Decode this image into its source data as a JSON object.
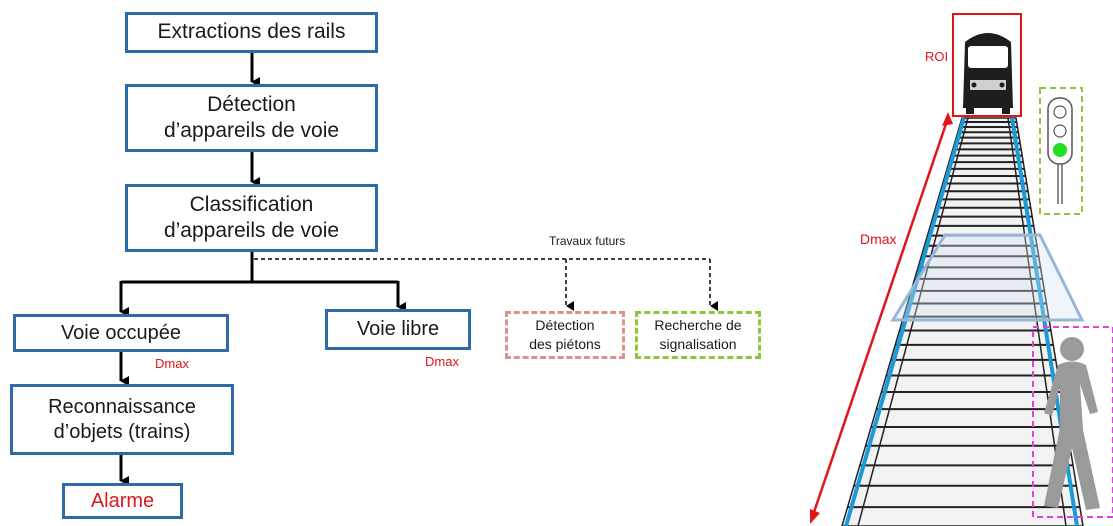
{
  "flowchart": {
    "step_extraction": "Extractions des rails",
    "step_detection_1": "Détection",
    "step_detection_2": "d’appareils de voie",
    "step_classification_1": "Classification",
    "step_classification_2": "d’appareils de voie",
    "voie_occupee": "Voie occupée",
    "voie_libre": "Voie libre",
    "dmax_occupee": "Dmax",
    "dmax_libre": "Dmax",
    "reconnaissance_1": "Reconnaissance",
    "reconnaissance_2": "d’objets (trains)",
    "alarme": "Alarme"
  },
  "future_work": {
    "title": "Travaux futurs",
    "pedestrian_1": "Détection",
    "pedestrian_2": "des piétons",
    "signal_1": "Recherche de",
    "signal_2": "signalisation"
  },
  "illustration": {
    "roi_label": "ROI",
    "dmax_label": "Dmax"
  }
}
